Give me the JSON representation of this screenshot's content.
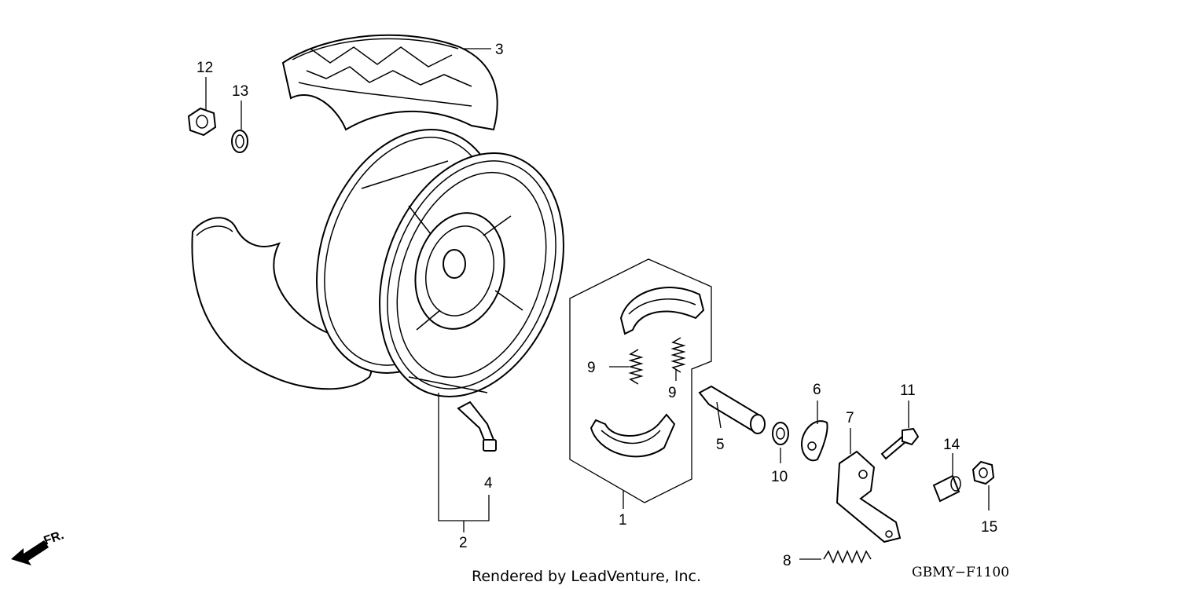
{
  "callouts": {
    "c1": "1",
    "c2": "2",
    "c3": "3",
    "c4": "4",
    "c5": "5",
    "c6": "6",
    "c7": "7",
    "c8": "8",
    "c9a": "9",
    "c9b": "9",
    "c10": "10",
    "c11": "11",
    "c12": "12",
    "c13": "13",
    "c14": "14",
    "c15": "15"
  },
  "direction_label": "FR.",
  "credit": "Rendered by LeadVenture, Inc.",
  "diagram_code": "GBMY−F1100"
}
